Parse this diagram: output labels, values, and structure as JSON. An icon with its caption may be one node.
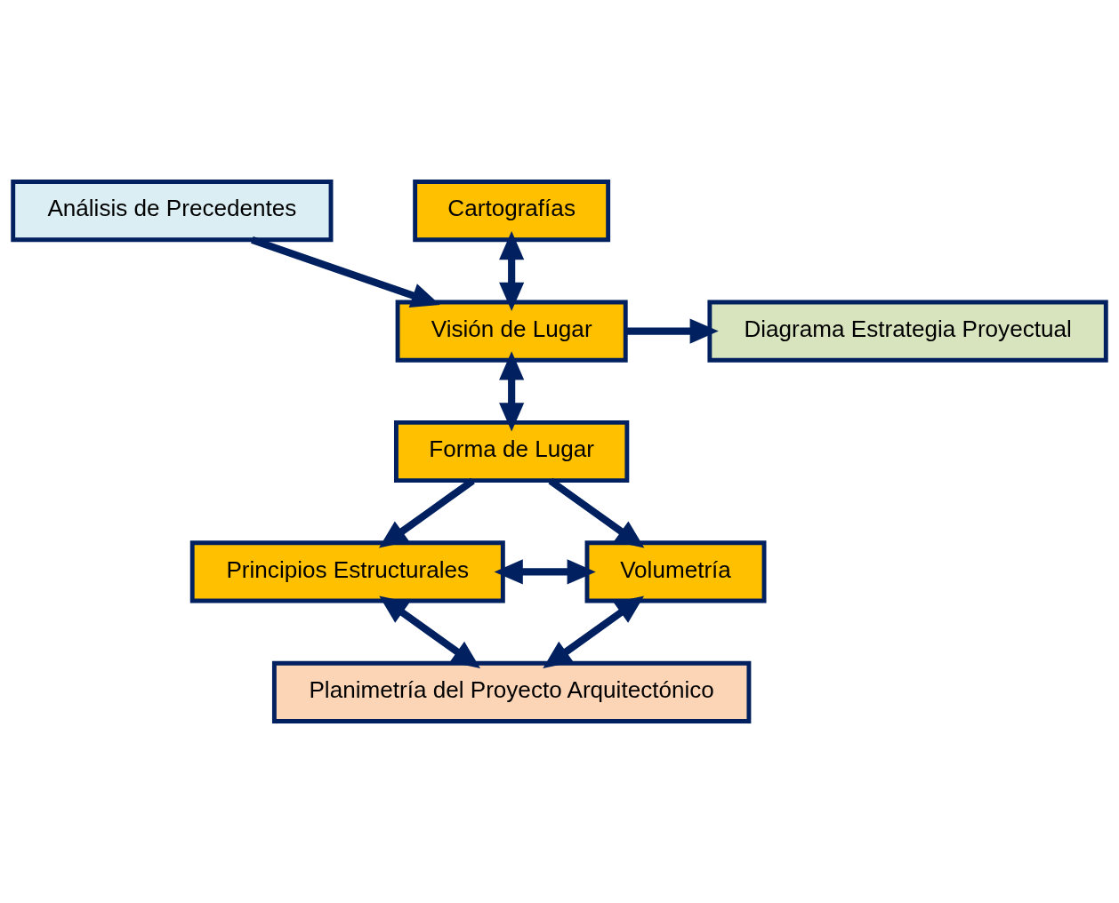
{
  "diagram": {
    "nodes": [
      {
        "text": [
          "Análisis de Precedentes"
        ]
      },
      {
        "text": [
          "Cartografías"
        ]
      },
      {
        "text": [
          "Visión de Lugar"
        ]
      },
      {
        "text": [
          "Forma de Lugar"
        ]
      },
      {
        "text": [
          "Diagrama Estrategia Proyectual"
        ]
      },
      {
        "text": [
          "Principios Estructurales"
        ]
      },
      {
        "text": [
          "Volumetría"
        ]
      },
      {
        "text": [
          "Planimetría del Proyecto Arquitectónico"
        ]
      }
    ],
    "edges": [
      {
        "from": 0,
        "to": 2,
        "arrow": "to"
      },
      {
        "from": 1,
        "to": 2,
        "arrow": "both"
      },
      {
        "from": 2,
        "to": 4,
        "arrow": "to"
      },
      {
        "from": 2,
        "to": 3,
        "arrow": "both"
      },
      {
        "from": 3,
        "to": 5,
        "arrow": "to"
      },
      {
        "from": 3,
        "to": 6,
        "arrow": "to"
      },
      {
        "from": 5,
        "to": 6,
        "arrow": "both"
      },
      {
        "from": 5,
        "to": 7,
        "arrow": "both"
      },
      {
        "from": 6,
        "to": 7,
        "arrow": "both"
      }
    ]
  }
}
